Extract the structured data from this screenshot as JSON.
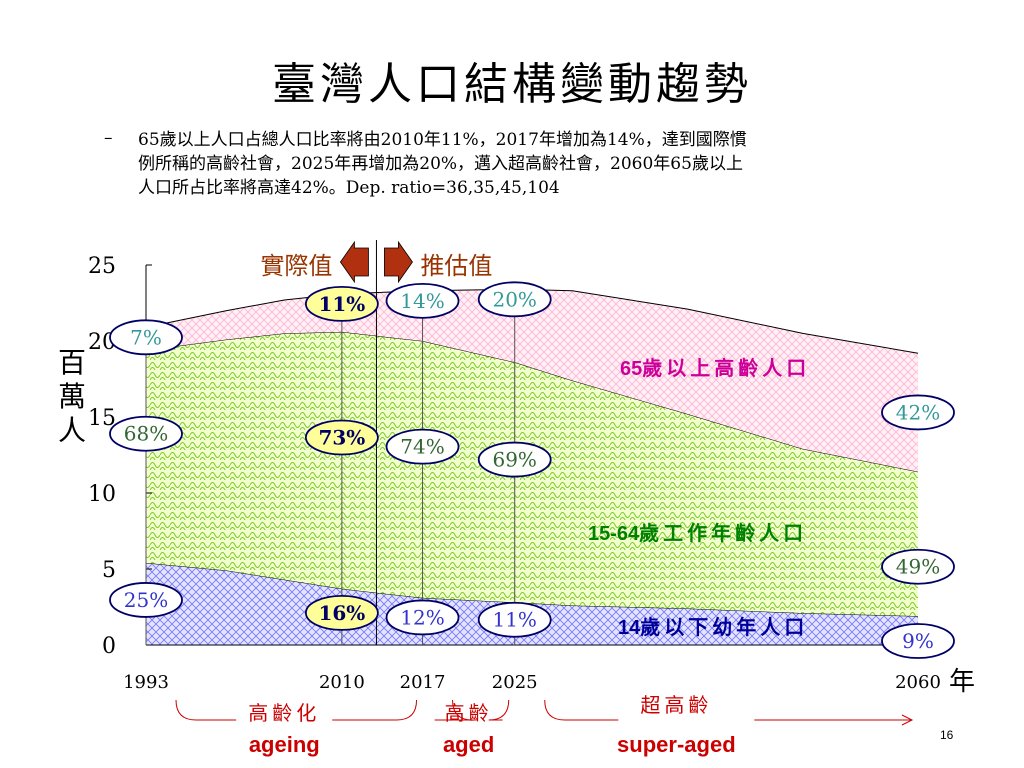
{
  "slide": {
    "title": "臺灣人口結構變動趨勢",
    "bullet": "–",
    "text_lines": [
      "65歲以上人口占總人口比率將由2010年11%，2017年增加為14%，達到國際慣",
      "例所稱的高齡社會，2025年再增加為20%，邁入超高齡社會，2060年65歲以上",
      "人口所占比率將高達42%。Dep. ratio=36,35,45,104"
    ],
    "page_number": "16"
  },
  "chart_data": {
    "type": "area",
    "stacked": true,
    "ylabel": "百萬人",
    "xlabel": "年",
    "ylim": [
      0,
      25
    ],
    "xlim": [
      1993,
      2060
    ],
    "y_ticks": [
      0,
      5,
      10,
      15,
      20,
      25
    ],
    "x_ticks": [
      1993,
      2010,
      2017,
      2025,
      2060
    ],
    "x_tick_labels": [
      "1993",
      "2010",
      "2017",
      "2025",
      "2060"
    ],
    "x": [
      1993,
      2000,
      2005,
      2010,
      2017,
      2025,
      2030,
      2040,
      2050,
      2060
    ],
    "series": [
      {
        "name": "14歲以下幼年人口",
        "color": "#8080ff",
        "fill": "#e0e0ff",
        "values": [
          5.4,
          4.9,
          4.3,
          3.7,
          3.1,
          2.8,
          2.6,
          2.4,
          2.1,
          1.9
        ]
      },
      {
        "name": "15-64歲工作年齡人口",
        "color": "#66cc00",
        "fill": "#f2ffcc",
        "values": [
          14.0,
          15.2,
          16.2,
          16.9,
          16.9,
          15.8,
          14.8,
          12.8,
          10.8,
          9.5
        ]
      },
      {
        "name": "65歲以上高齡人口",
        "color": "#ff99cc",
        "fill": "#ffeef5",
        "values": [
          1.5,
          1.9,
          2.2,
          2.5,
          3.3,
          4.8,
          5.9,
          6.9,
          7.6,
          7.8
        ]
      }
    ],
    "series_labels": [
      {
        "number": "14",
        "text": "歲以下幼年人口",
        "color": "#000099"
      },
      {
        "number": "15-64",
        "text": "歲工作年齡人口",
        "color": "#008000"
      },
      {
        "number": "65",
        "text": "歲以上高齡人口",
        "color": "#cc0099"
      }
    ],
    "percent_labels": [
      {
        "year": 1993,
        "elderly": "7%",
        "working": "68%",
        "young": "25%"
      },
      {
        "year": 2010,
        "elderly": "11%",
        "working": "73%",
        "young": "16%",
        "highlight": true
      },
      {
        "year": 2017,
        "elderly": "14%",
        "working": "74%",
        "young": "12%"
      },
      {
        "year": 2025,
        "elderly": "20%",
        "working": "69%",
        "young": "11%"
      },
      {
        "year": 2060,
        "elderly": "42%",
        "working": "49%",
        "young": "9%"
      }
    ],
    "actual_label": "實際值",
    "projection_label": "推估值",
    "divider_year": 2013,
    "stages": [
      {
        "zh": "高齡化",
        "en": "ageing",
        "from": 1993,
        "to": 2017
      },
      {
        "zh": "高齡",
        "en": "aged",
        "from": 2017,
        "to": 2025
      },
      {
        "zh": "超高齡",
        "en": "super-aged",
        "from": 2025,
        "to": 2060
      }
    ]
  }
}
